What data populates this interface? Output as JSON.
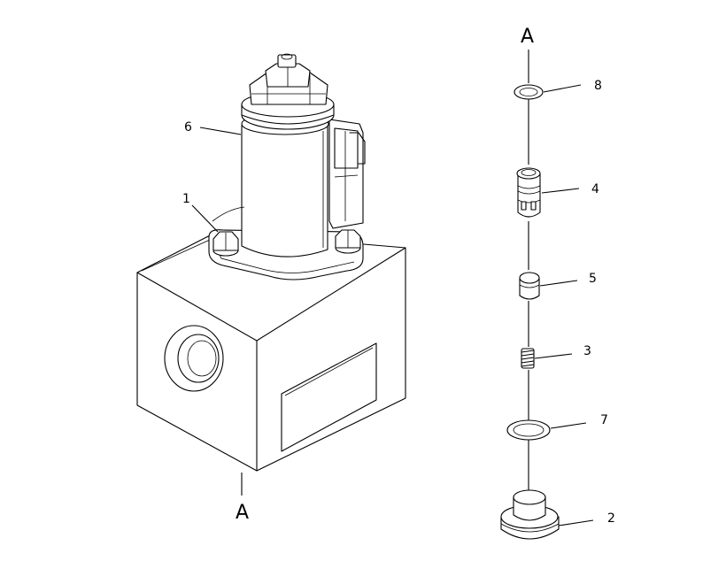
{
  "axis_labels": {
    "top": "A",
    "bottom": "A"
  },
  "callouts": {
    "c1": "1",
    "c2": "2",
    "c3": "3",
    "c4": "4",
    "c5": "5",
    "c6": "6",
    "c7": "7",
    "c8": "8"
  }
}
